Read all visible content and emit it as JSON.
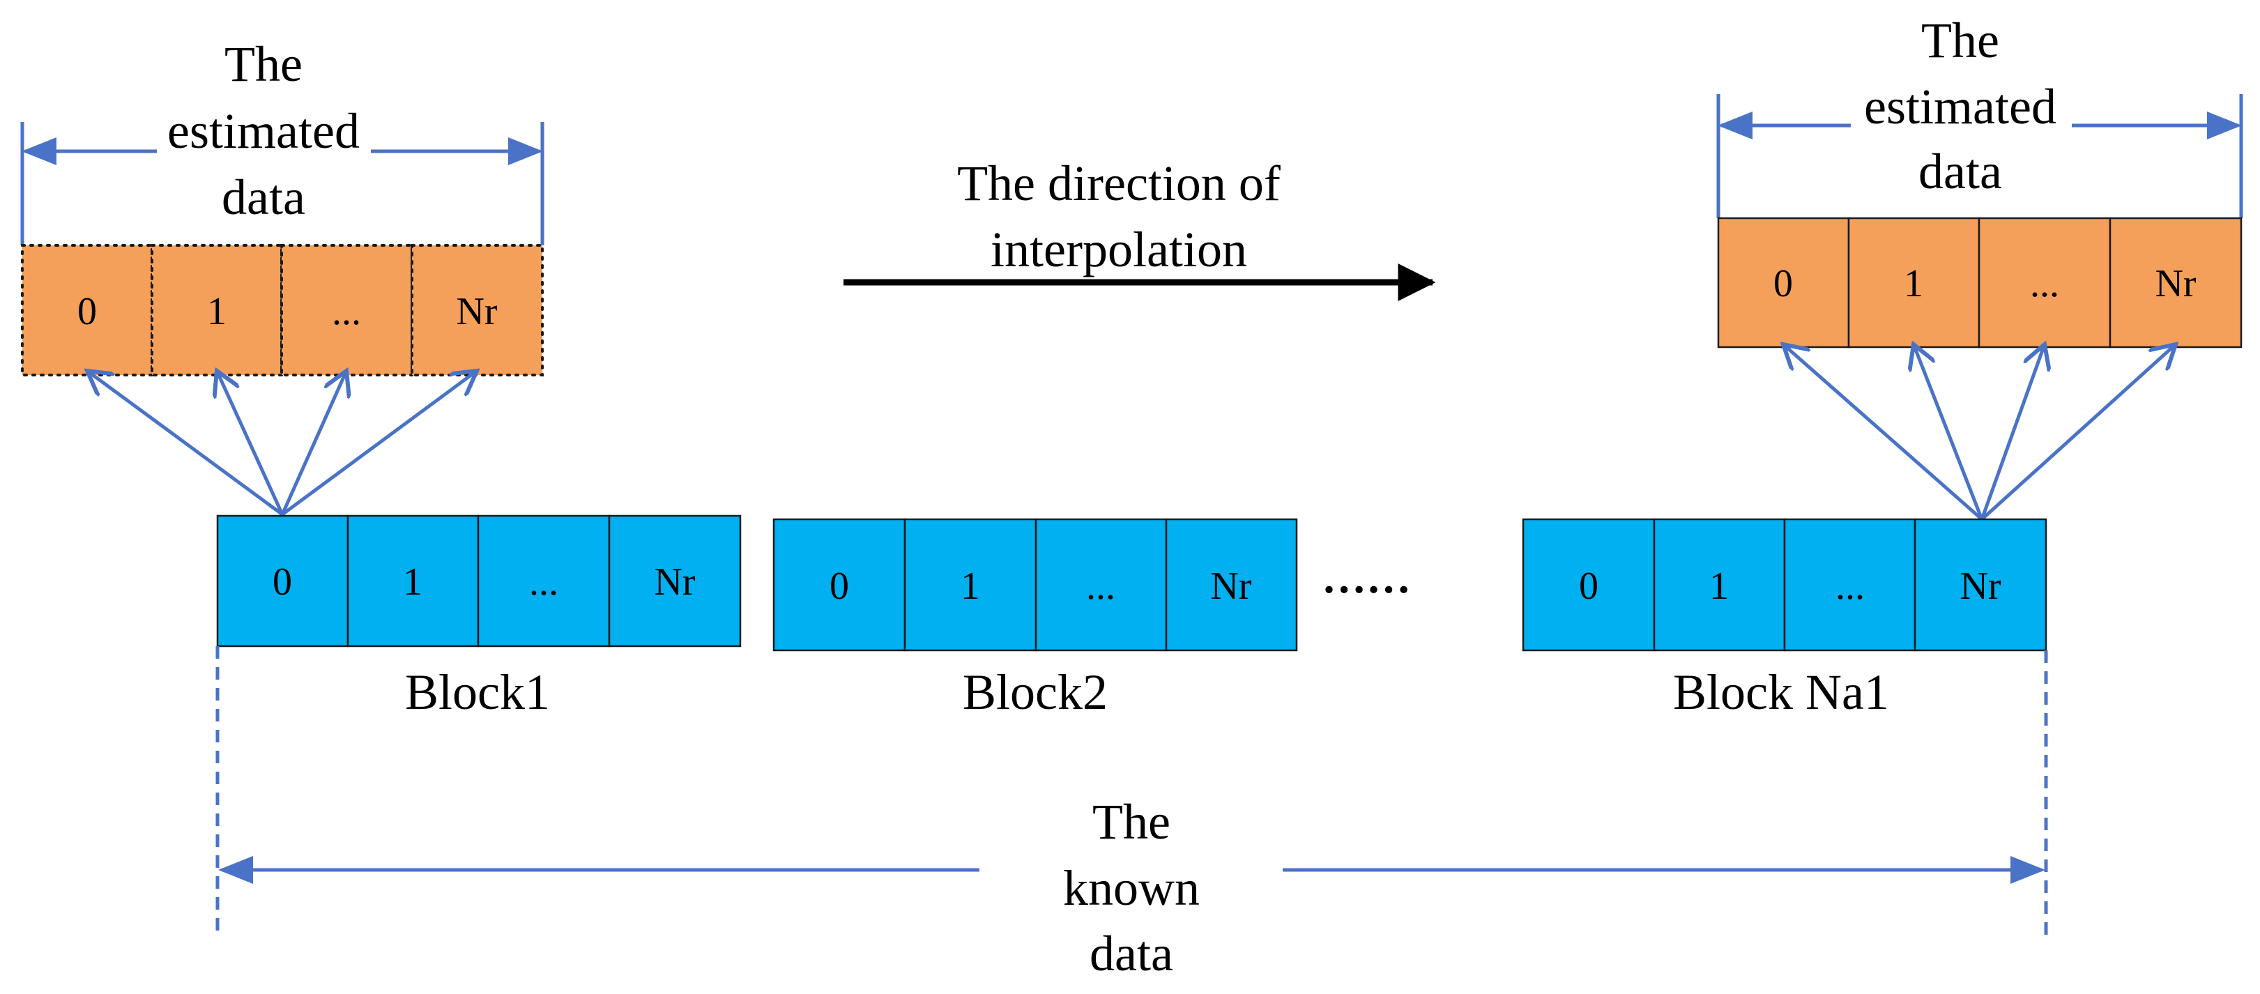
{
  "colors": {
    "known_block": "#00b0f0",
    "estimated_block": "#f4a05a",
    "connector": "#4a73c8",
    "direction_arrow": "#000000"
  },
  "cell_labels": [
    "0",
    "1",
    "...",
    "Nr"
  ],
  "estimated_left": {
    "title_lines": [
      "The",
      "estimated",
      "data"
    ]
  },
  "estimated_right": {
    "title_lines": [
      "The",
      "estimated",
      "data"
    ]
  },
  "direction": {
    "lines": [
      "The direction of",
      "interpolation"
    ]
  },
  "blocks": [
    {
      "name": "Block1"
    },
    {
      "name": "Block2"
    },
    {
      "name": "Block Na1"
    }
  ],
  "ellipsis": "……",
  "known": {
    "title_lines": [
      "The",
      "known",
      "data"
    ]
  }
}
